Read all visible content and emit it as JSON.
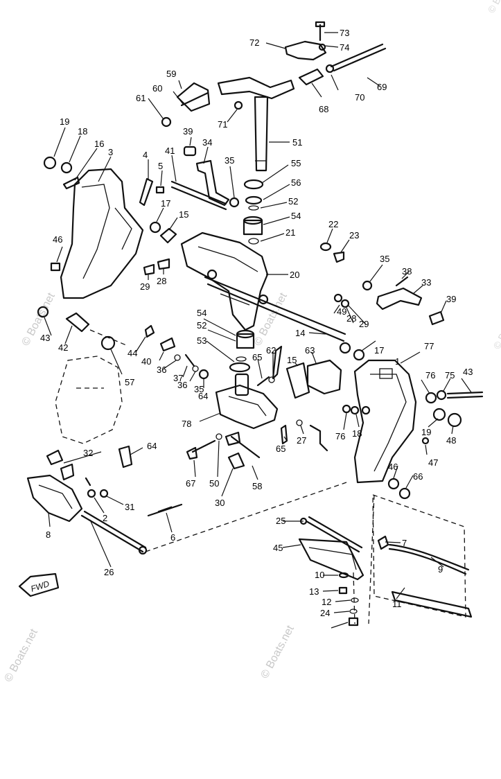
{
  "watermark": {
    "text": "© Boats.net",
    "color": "#c8c8c8"
  },
  "direction": {
    "label": "FWD",
    "icon": "forward-arrow-icon"
  },
  "callouts": [
    "73",
    "72",
    "74",
    "69",
    "59",
    "60",
    "70",
    "61",
    "68",
    "71",
    "51",
    "19",
    "18",
    "16",
    "3",
    "39",
    "34",
    "41",
    "4",
    "5",
    "35",
    "55",
    "56",
    "52",
    "54",
    "17",
    "15",
    "21",
    "22",
    "23",
    "46",
    "29",
    "28",
    "20",
    "35",
    "38",
    "33",
    "39",
    "54",
    "52",
    "53",
    "14",
    "49",
    "28",
    "29",
    "43",
    "42",
    "44",
    "40",
    "36",
    "37",
    "36",
    "35",
    "64",
    "65",
    "62",
    "63",
    "15",
    "17",
    "1",
    "77",
    "76",
    "75",
    "43",
    "57",
    "78",
    "76",
    "18",
    "19",
    "48",
    "32",
    "64",
    "65",
    "27",
    "47",
    "46",
    "66",
    "67",
    "50",
    "58",
    "30",
    "31",
    "2",
    "6",
    "8",
    "25",
    "7",
    "45",
    "26",
    "9",
    "10",
    "13",
    "12",
    "24",
    "11"
  ]
}
